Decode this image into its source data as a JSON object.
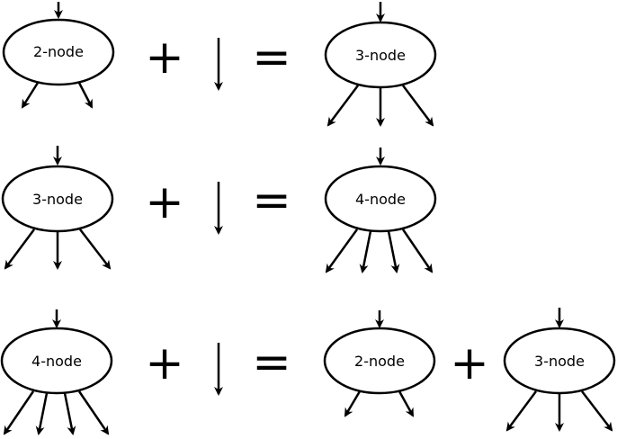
{
  "operators": {
    "plus": "+",
    "equals": "="
  },
  "rows": [
    {
      "left_node": "2-node",
      "result_nodes": [
        "3-node"
      ]
    },
    {
      "left_node": "3-node",
      "result_nodes": [
        "4-node"
      ]
    },
    {
      "left_node": "4-node",
      "result_nodes": [
        "2-node",
        "3-node"
      ]
    }
  ],
  "colors": {
    "stroke": "#000000",
    "background": "#ffffff"
  }
}
